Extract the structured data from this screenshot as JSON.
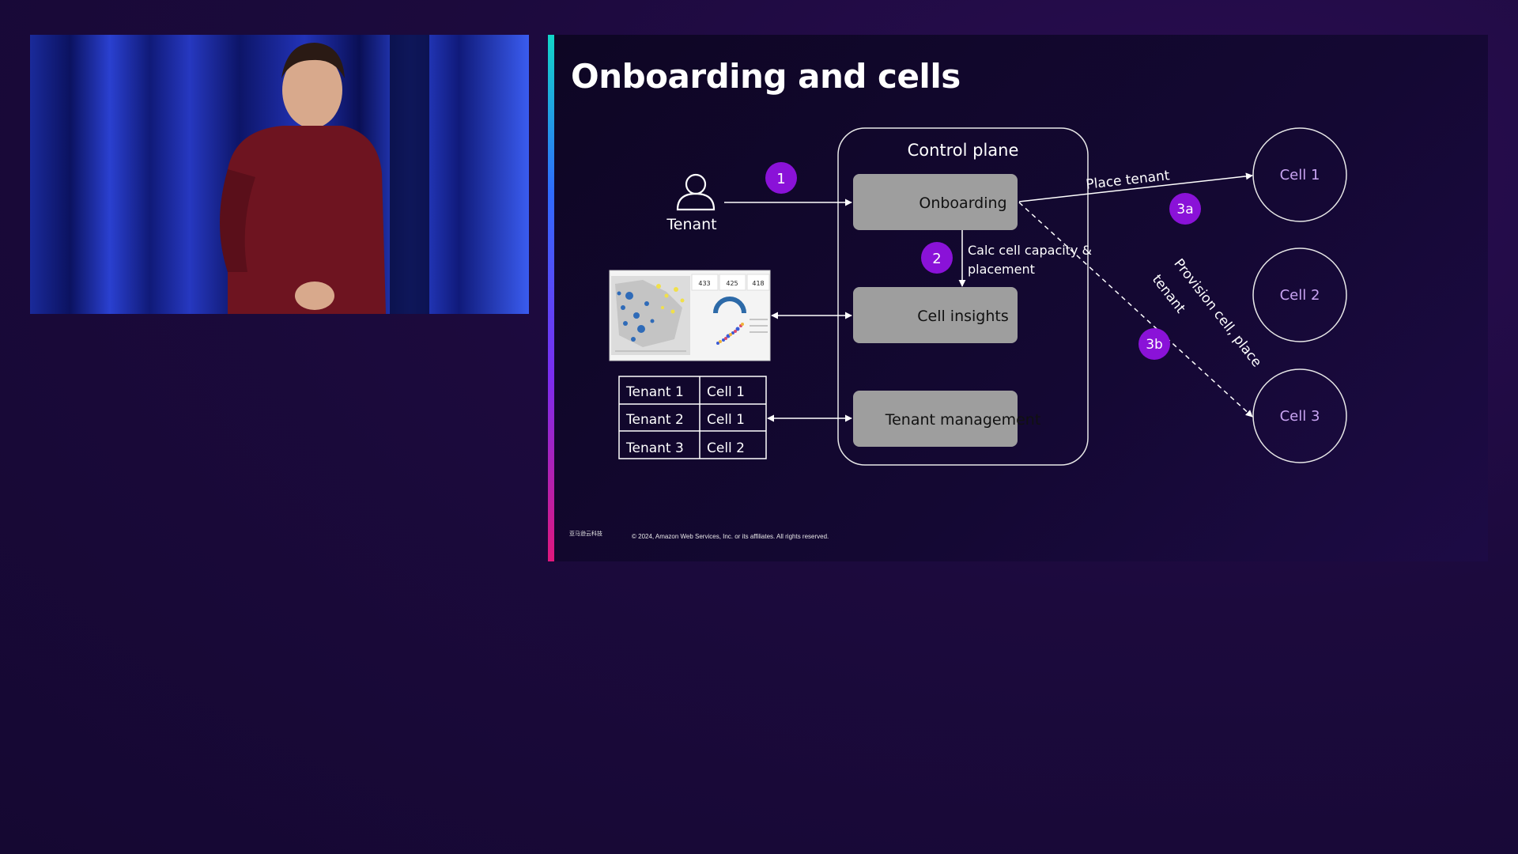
{
  "slide": {
    "title": "Onboarding and cells",
    "footer": {
      "logo_text": "亚马逊云科技",
      "copyright": "© 2024, Amazon Web Services, Inc. or its affiliates. All rights reserved."
    }
  },
  "diagram": {
    "tenant_label": "Tenant",
    "control_plane_label": "Control plane",
    "onboarding_label": "Onboarding",
    "cell_insights_label": "Cell insights",
    "tenant_management_label": "Tenant management",
    "step1": "1",
    "step2": "2",
    "step3a": "3a",
    "step3b": "3b",
    "calc_line1": "Calc cell capacity &",
    "calc_line2": "placement",
    "place_tenant": "Place tenant",
    "provision_line1": "Provision cell, place",
    "provision_line2": "tenant",
    "cells": [
      "Cell 1",
      "Cell 2",
      "Cell 3"
    ],
    "dashboard_kpis": [
      "433",
      "425",
      "418"
    ],
    "table": [
      [
        "Tenant 1",
        "Cell 1"
      ],
      [
        "Tenant 2",
        "Cell 1"
      ],
      [
        "Tenant 3",
        "Cell 2"
      ]
    ]
  },
  "colors": {
    "step_badge": "#8a12d8",
    "service_box": "#9e9e9e",
    "cell_text": "#c9a4f2"
  }
}
